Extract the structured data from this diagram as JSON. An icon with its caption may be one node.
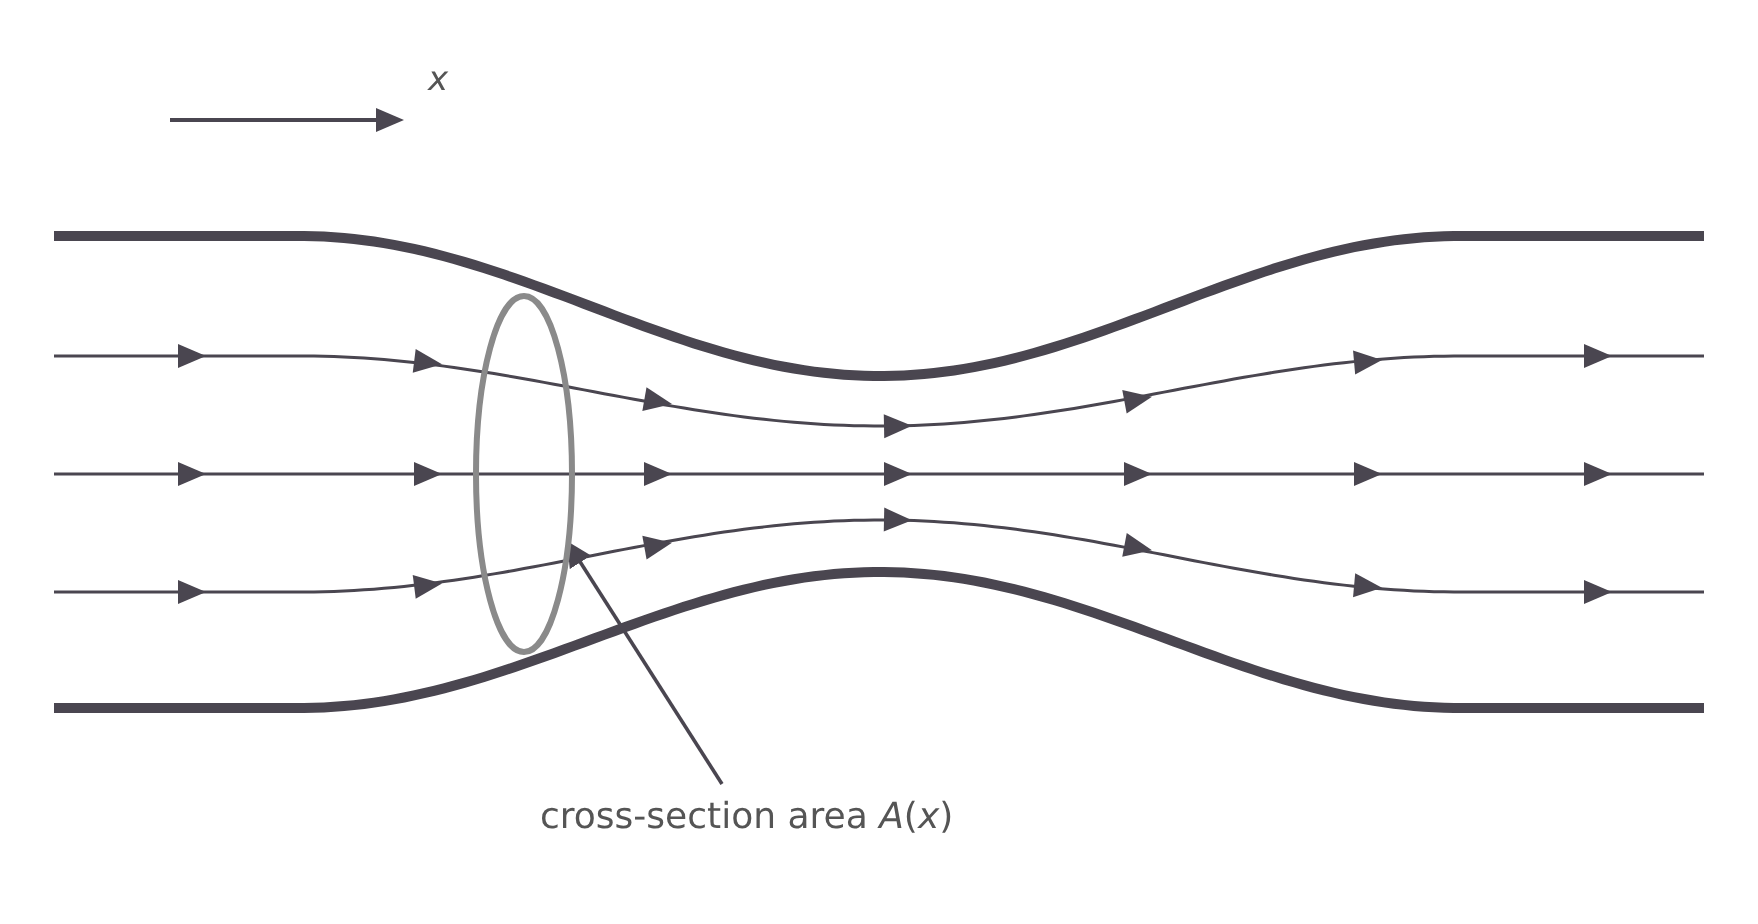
{
  "diagram": {
    "nodes": [
      {
        "text": [
          "cross-section area *A*(*x*)"
        ]
      },
      {
        "text": [],
        "shape": "circle"
      }
    ],
    "edges": [
      {
        "from": 0,
        "to": 1,
        "arrow": "to"
      }
    ],
    "labels": [
      "x"
    ]
  }
}
